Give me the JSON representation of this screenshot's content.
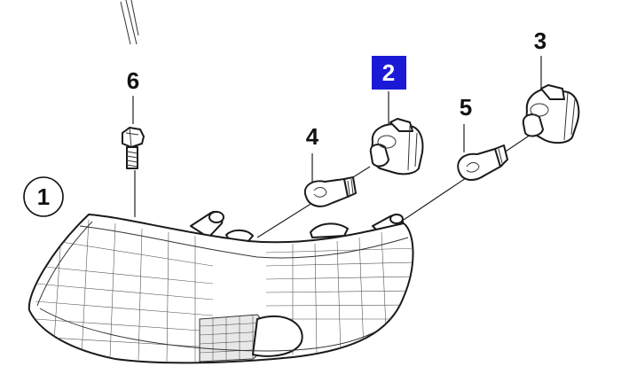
{
  "callouts": [
    {
      "id": "1",
      "text": "1",
      "style": "circle"
    },
    {
      "id": "2",
      "text": "2",
      "style": "highlight"
    },
    {
      "id": "3",
      "text": "3",
      "style": "plain"
    },
    {
      "id": "4",
      "text": "4",
      "style": "plain"
    },
    {
      "id": "5",
      "text": "5",
      "style": "plain"
    },
    {
      "id": "6",
      "text": "6",
      "style": "plain"
    }
  ],
  "colors": {
    "highlight_fill": "#1a1ad6",
    "line": "#222222",
    "background": "#ffffff"
  }
}
